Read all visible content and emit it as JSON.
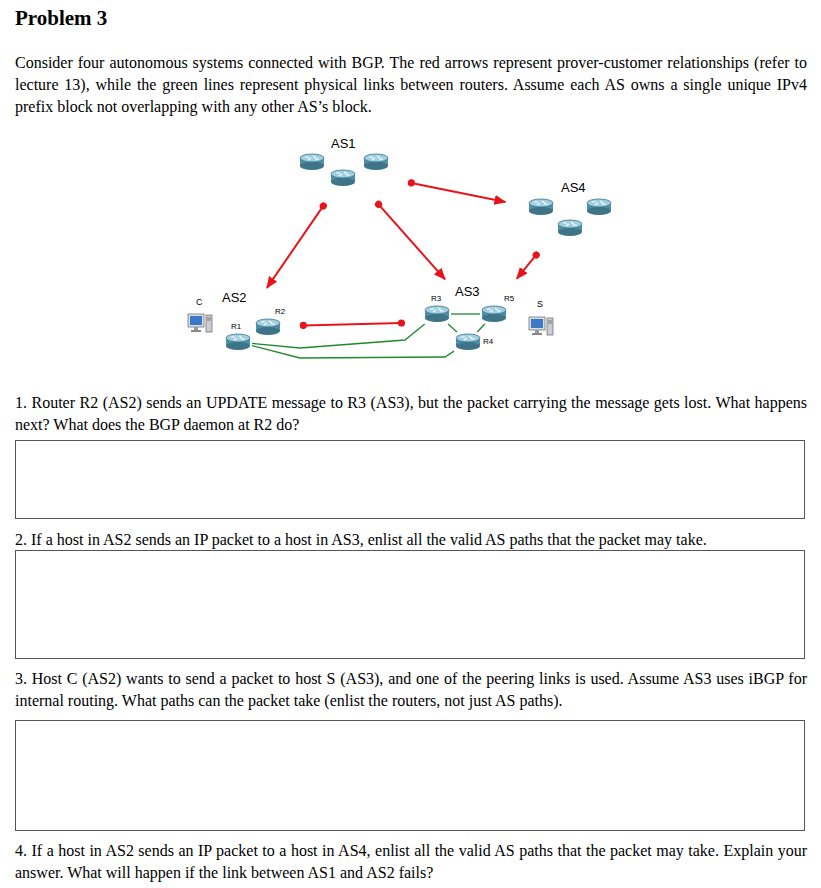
{
  "diagram": {
    "title": "Problem 3",
    "nodes": [
      {
        "text": [
          "AS1"
        ]
      },
      {
        "text": [
          "AS2"
        ]
      },
      {
        "text": [
          "C"
        ],
        "in": 1
      },
      {
        "text": [
          "R1"
        ],
        "in": 1
      },
      {
        "text": [
          "R2"
        ],
        "in": 1
      },
      {
        "text": [
          "AS3"
        ]
      },
      {
        "text": [
          "R3"
        ],
        "in": 5
      },
      {
        "text": [
          "R5"
        ],
        "in": 5
      },
      {
        "text": [
          "R4"
        ],
        "in": 5
      },
      {
        "text": [
          "S"
        ],
        "in": 5
      },
      {
        "text": [
          "AS4"
        ]
      }
    ],
    "edges": [
      {
        "from": 0,
        "to": 1,
        "arrow": "to"
      },
      {
        "from": 0,
        "to": 5,
        "arrow": "to"
      },
      {
        "from": 0,
        "to": 10,
        "arrow": "to"
      },
      {
        "from": 10,
        "to": 5,
        "arrow": "to"
      },
      {
        "from": 1,
        "to": 5,
        "arrow": "none"
      },
      {
        "from": 3,
        "to": 6,
        "arrow": "none"
      },
      {
        "from": 3,
        "to": 8,
        "arrow": "none"
      },
      {
        "from": 6,
        "to": 7,
        "arrow": "none"
      },
      {
        "from": 6,
        "to": 8,
        "arrow": "none"
      },
      {
        "from": 8,
        "to": 7,
        "arrow": "none"
      }
    ],
    "labels": [
      "Consider four autonomous systems connected with BGP. The red arrows represent prover-customer relationships (refer to lecture 13), while the green lines represent physical links between routers. Assume each AS owns a single unique IPv4 prefix block not overlapping with any other AS’s block.",
      "1. Router R2 (AS2) sends an UPDATE message to R3 (AS3), but the packet carrying the message gets lost. What happens next? What does the BGP daemon at R2 do?",
      "2. If a host in AS2 sends an IP packet to a host in AS3, enlist all the valid AS paths that the packet may take.",
      "3. Host C (AS2) wants to send a packet to host S (AS3), and one of the peering links is used. Assume AS3 uses iBGP for internal routing. What paths can the packet take (enlist the routers, not just AS paths).",
      "4. If a host in AS2 sends an IP packet to a host in AS4, enlist all the valid AS paths that the packet may take. Explain your answer. What will happen if the link between AS1 and AS2 fails?"
    ]
  }
}
